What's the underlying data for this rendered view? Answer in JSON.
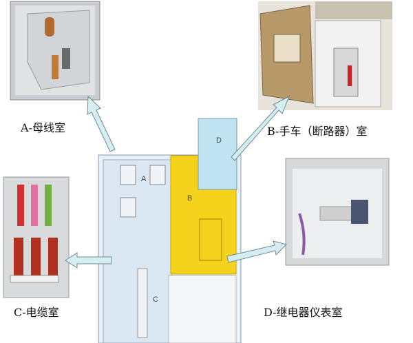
{
  "labels": {
    "a": "A-母线室",
    "b": "B-手车（断路器）室",
    "c": "C-电缆室",
    "d": "D-继电器仪表室"
  },
  "diagram_letters": {
    "a": "A",
    "b": "B",
    "c": "C",
    "d": "D"
  },
  "colors": {
    "compartment_b": "#f5d21c",
    "compartment_d": "#bfe3f0",
    "arrow": "#d6eef2",
    "cabinet": "#e6eef6"
  }
}
